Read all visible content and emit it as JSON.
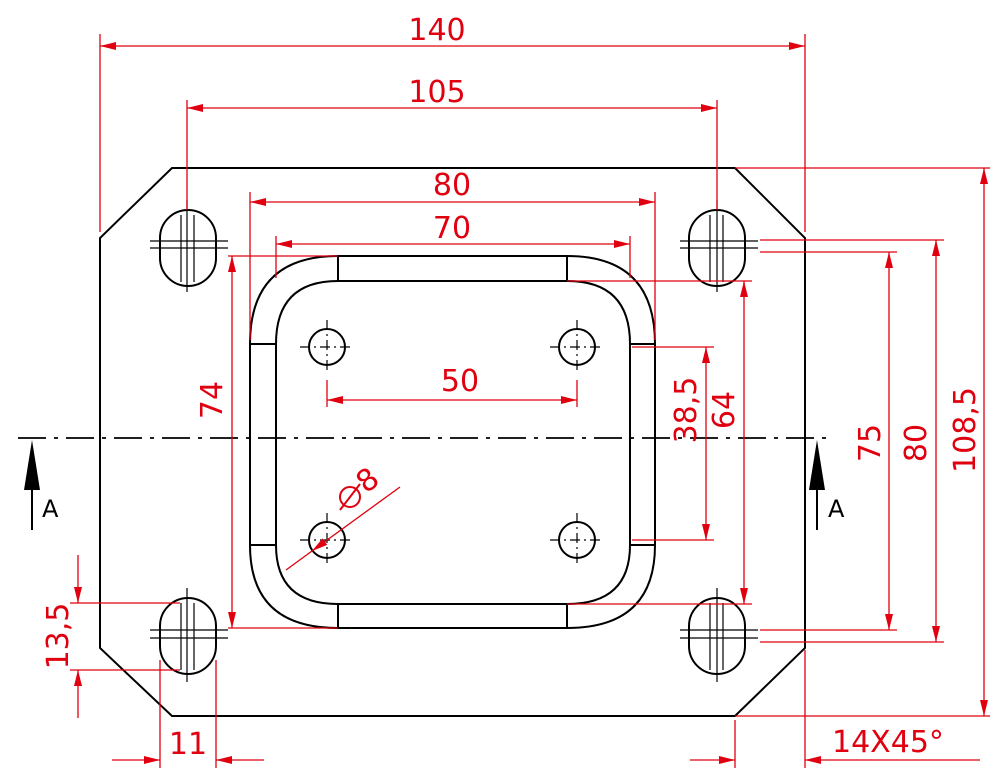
{
  "colors": {
    "outline": "#000000",
    "dimension": "#e0000f"
  },
  "dimensions": {
    "overall_width": "140",
    "slot_center_width": "105",
    "pocket_outer_width": "80",
    "pocket_inner_width": "70",
    "hole_spacing_x": "50",
    "pocket_height": "74",
    "hole_spacing_y": "38,5",
    "pocket_inner_height": "64",
    "slot_spacing_y": "75",
    "slot_outer_height": "80",
    "overall_height": "108,5",
    "hole_diameter": "8",
    "slot_width": "11",
    "slot_length": "13,5",
    "chamfer": "14X45°"
  },
  "section": {
    "label_left": "A",
    "label_right": "A"
  },
  "icons": {
    "diameter_symbol": "diameter-icon",
    "section_arrow": "arrow-up-icon"
  }
}
